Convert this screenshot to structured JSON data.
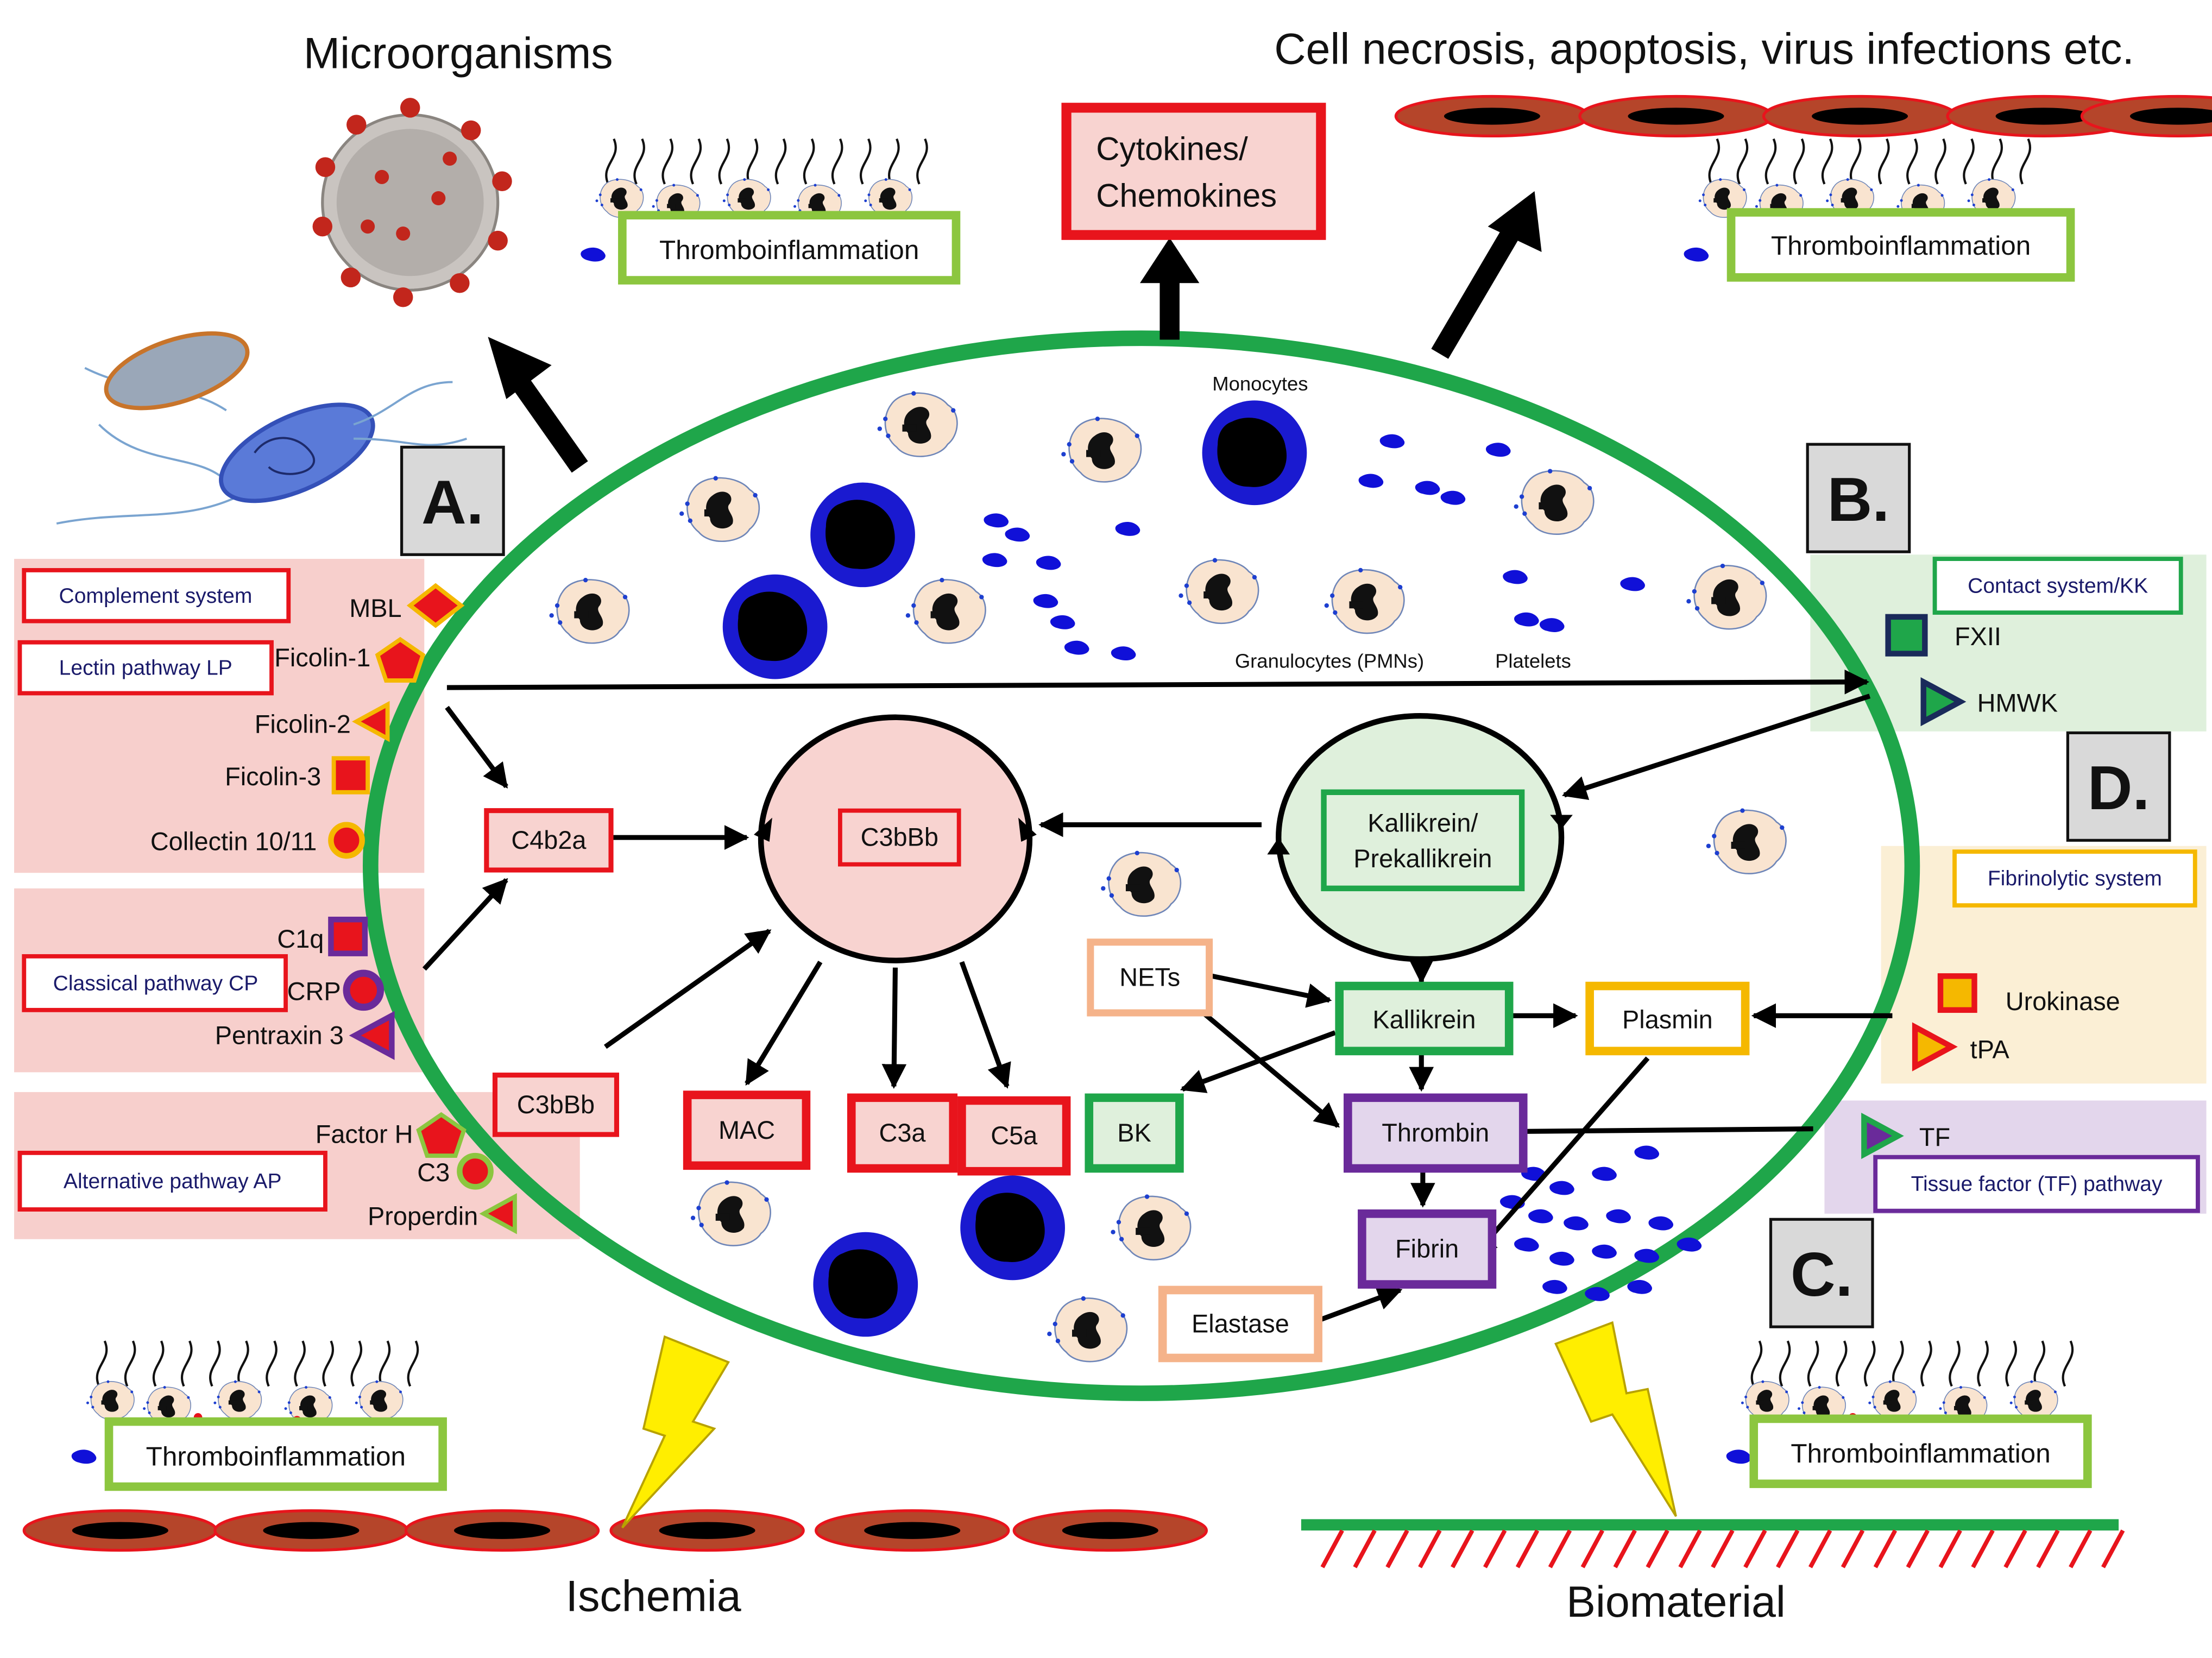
{
  "headings": {
    "microorganisms": "Microorganisms",
    "cell_death": "Cell necrosis, apoptosis, virus infections etc.",
    "ischemia": "Ischemia",
    "biomaterial": "Biomaterial"
  },
  "panel_letters": {
    "a": "A.",
    "b": "B.",
    "c": "C.",
    "d": "D."
  },
  "thromboinflammation_label": "Thromboinflammation",
  "cytokines": {
    "line1": "Cytokines/",
    "line2": "Chemokines"
  },
  "cell_labels": {
    "monocytes": "Monocytes",
    "granulocytes": "Granulocytes (PMNs)",
    "platelets": "Platelets"
  },
  "complement": {
    "system_title": "Complement system",
    "lectin": {
      "title": "Lectin pathway LP",
      "items": [
        "MBL",
        "Ficolin-1",
        "Ficolin-2",
        "Ficolin-3",
        "Collectin 10/11"
      ]
    },
    "classical": {
      "title": "Classical pathway CP",
      "items": [
        "C1q",
        "CRP",
        "Pentraxin 3"
      ]
    },
    "alternative": {
      "title": "Alternative pathway AP",
      "items": [
        "Factor H",
        "C3",
        "Properdin"
      ]
    }
  },
  "contact": {
    "title": "Contact system/KK",
    "items": [
      "FXII",
      "HMWK"
    ]
  },
  "fibrinolytic": {
    "title": "Fibrinolytic system",
    "items": [
      "Urokinase",
      "tPA"
    ]
  },
  "tissue_factor": {
    "title": "Tissue factor (TF) pathway",
    "items": [
      "TF"
    ]
  },
  "nodes": {
    "c4b2a": "C4b2a",
    "c3bbb_center": "C3bBb",
    "c3bbb_lower": "C3bBb",
    "kallikrein_pre": {
      "line1": "Kallikrein/",
      "line2": "Prekallikrein"
    },
    "kallikrein": "Kallikrein",
    "nets": "NETs",
    "plasmin": "Plasmin",
    "mac": "MAC",
    "c3a": "C3a",
    "c5a": "C5a",
    "bk": "BK",
    "thrombin": "Thrombin",
    "fibrin": "Fibrin",
    "elastase": "Elastase"
  },
  "colors": {
    "ellipse": "#1fa64a",
    "complement_red": "#e8141c",
    "complement_panel": "#f7cfcc",
    "contact_green": "#1fa64a",
    "contact_panel": "#dff0dc",
    "fibrinolytic_yellow": "#f5b800",
    "fibrinolytic_panel": "#fbefd5",
    "tf_purple": "#6a2a9a",
    "tf_panel": "#e3d6ec",
    "thromboinflammation_box": "#8cc63f",
    "platelet_blue": "#1010d8",
    "monocyte_blue": "#1a1ad0",
    "bolt_yellow": "#ffee00"
  }
}
